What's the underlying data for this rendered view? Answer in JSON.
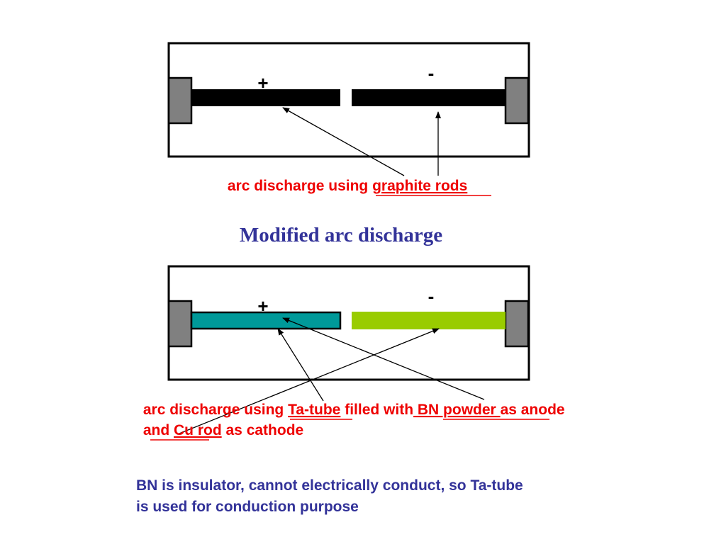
{
  "colors": {
    "frame": "#000000",
    "electrode_holder": "#808080",
    "graphite_rod": "#000000",
    "ta_tube": "#009999",
    "cu_rod": "#99cc00",
    "label_red": "#ee0000",
    "heading_blue": "#333399"
  },
  "diagram1": {
    "plus_sign": "+",
    "minus_sign": "-",
    "caption": {
      "prefix": "arc discharge using ",
      "underlined": "graphite rods"
    }
  },
  "heading": "Modified arc discharge",
  "diagram2": {
    "plus_sign": "+",
    "minus_sign": "-",
    "caption": {
      "line1_part1": "arc discharge using ",
      "line1_part2": "Ta-tube",
      "line1_part3": " filled with",
      "line1_part4": " BN powder ",
      "line1_part5": "as anode",
      "line2_part1": "and ",
      "line2_part2": "Cu rod",
      "line2_part3": " as cathode"
    }
  },
  "note": {
    "line1": "BN is insulator, cannot electrically conduct, so Ta-tube",
    "line2": "is used for conduction purpose"
  }
}
